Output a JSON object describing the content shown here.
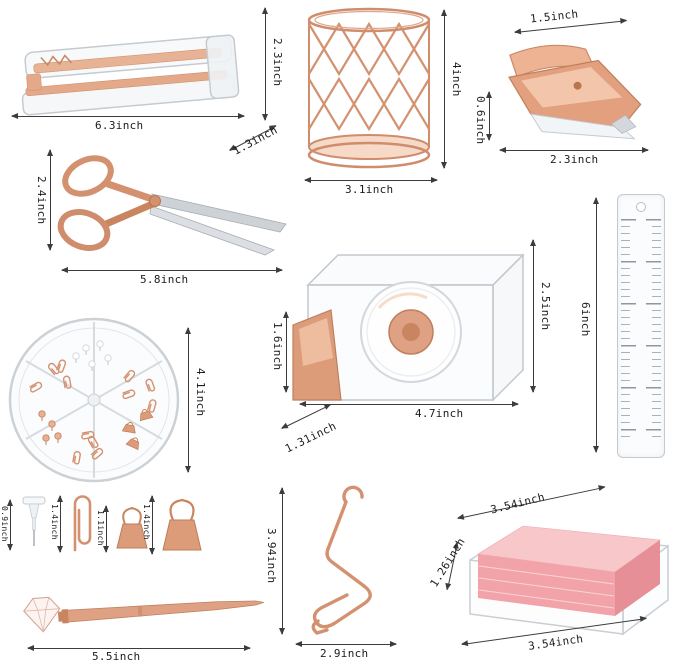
{
  "colors": {
    "rose_gold": "#d4916f",
    "rose_gold_light": "#f3c9ae",
    "rose_gold_dark": "#b8764f",
    "pink_notes": "#f2a3a9",
    "acrylic_gray": "#c6cbd0",
    "dim_line": "#3c3c3c"
  },
  "dimensions": {
    "stapler": {
      "length": "6.3inch",
      "height": "2.3inch",
      "depth": "1.3inch"
    },
    "pen_holder": {
      "height": "4inch",
      "width": "3.1inch"
    },
    "staple_remover": {
      "top_width": "1.5inch",
      "jaw_height": "0.6inch",
      "length": "2.3inch"
    },
    "scissors": {
      "handle_height": "2.4inch",
      "length": "5.8inch"
    },
    "ruler": {
      "length": "6inch"
    },
    "tape_dispenser": {
      "height": "2.5inch",
      "front_height": "1.6inch",
      "length": "4.7inch",
      "depth": "1.31inch"
    },
    "clips_box": {
      "diameter": "4.1inch"
    },
    "push_pin": {
      "height": "0.9inch"
    },
    "paper_clip": {
      "height": "1.4inch"
    },
    "binder_clip_small": {
      "height": "1.1inch"
    },
    "binder_clip_large": {
      "height": "1.4inch"
    },
    "phone_stand": {
      "height": "3.94inch",
      "width": "2.9inch"
    },
    "sticky_notes": {
      "depth": "3.54inch",
      "height": "1.26inch",
      "width": "3.54inch"
    },
    "diamond_pen": {
      "length": "5.5inch"
    }
  }
}
